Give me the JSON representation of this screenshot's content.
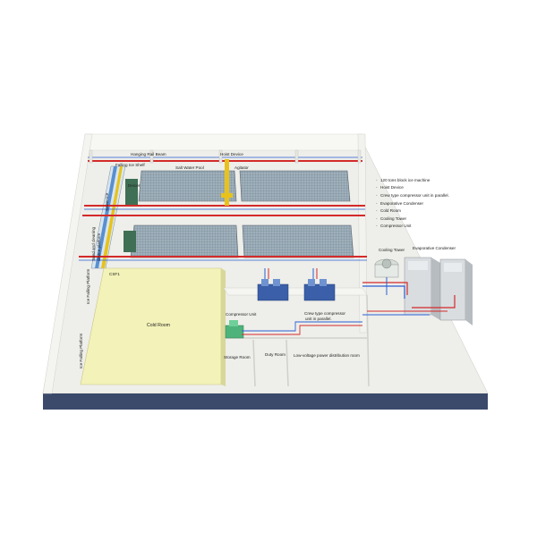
{
  "labels": {
    "hanging_rail_beam": "Hanging Rail Beam",
    "hoist_device": "Hoist Device",
    "falling_ice_shelf": "Falling Ice Shelf",
    "salt_water_pool": "Salt Water Pool",
    "agitator": "Agitator",
    "deicer": "Deicer",
    "cold_room": "Cold  Room",
    "compressor_unit": "Compressor Unit",
    "crew_type_compressor": "Crew type compressor",
    "unit_in_parallel": "unit in parallel.",
    "storage_room": "Storage Room",
    "duty_room": "Duty Room",
    "low_voltage": "Low-voltage power distribution room",
    "cooling_tower": "Cooling Tower",
    "evaporative_condenser": "Evaporative Condenser",
    "ice_falling_platform": "Ice Falling Platform",
    "ice_falling_platform_short": "Ice Falling Platform",
    "sand_and_cleaning": "Sand and cleaning",
    "device_platform": "device platform",
    "sewer_ice": "Sewer ice",
    "csf1": "CSF1"
  },
  "legend": [
    "120 tons block ice machine",
    "Hoist Device",
    "Crew type compressor unit in parallel.",
    "Evaporative Condenser",
    "Cold  Room",
    "Cooling Tower",
    "Compressor Unit"
  ],
  "colors": {
    "floor": "#efefea",
    "walls": "#f6f6f3",
    "base_front": "#3a4a6a",
    "cold_room": "#f3f2b8",
    "pool": "#a8b8c2",
    "pipe_red": "#d42a2a",
    "pipe_blue": "#2a5fd4",
    "pipe_yellow": "#e8c21a",
    "green": "#4db37a"
  }
}
